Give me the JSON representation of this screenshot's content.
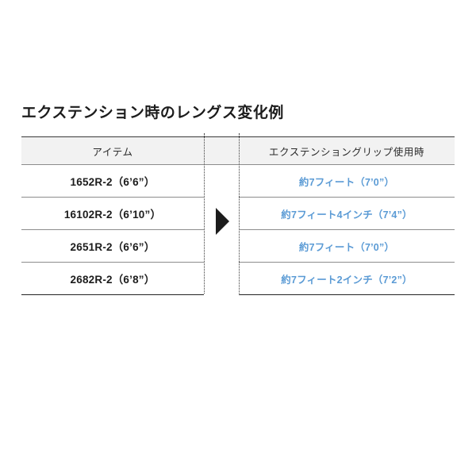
{
  "page": {
    "background_color": "#ffffff",
    "title": "エクステンション時のレングス変化例"
  },
  "table": {
    "accent_color": "#5b9bd5",
    "header_background": "#f2f2f2",
    "border_color": "#8c8c8c",
    "columns": [
      {
        "key": "item",
        "label": "アイテム"
      },
      {
        "key": "gap",
        "label": ""
      },
      {
        "key": "value",
        "label": "エクステンショングリップ使用時"
      }
    ],
    "rows": [
      {
        "item": "1652R-2（6’6”）",
        "value": "約7フィート（7’0”）"
      },
      {
        "item": "16102R-2（6’10”）",
        "value": "約7フィート4インチ（7’4”）"
      },
      {
        "item": "2651R-2（6’6”）",
        "value": "約7フィート（7’0”）"
      },
      {
        "item": "2682R-2（6’8”）",
        "value": "約7フィート2インチ（7’2”）"
      }
    ]
  },
  "marker": {
    "icon": "right-triangle-arrow-icon",
    "color": "#1c1c1c"
  }
}
